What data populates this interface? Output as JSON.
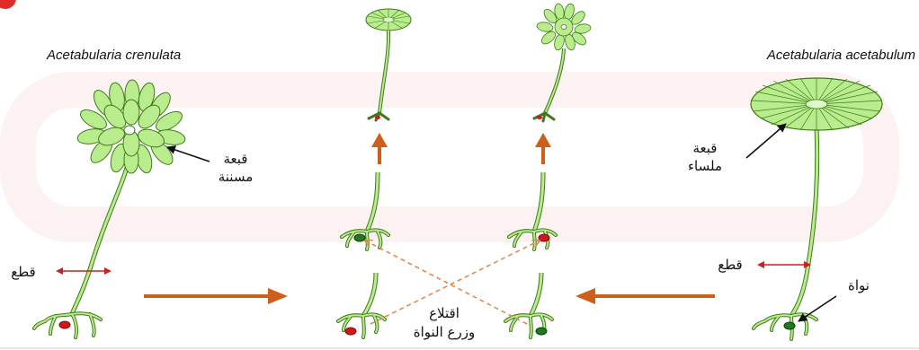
{
  "species": {
    "left": "Acetabularia crenulata",
    "right": "Acetabularia acetabulum"
  },
  "labels": {
    "toothed_cap_line1": "قبعة",
    "toothed_cap_line2": "مسننة",
    "smooth_cap_line1": "قبعة",
    "smooth_cap_line2": "ملساء",
    "cut_left": "قطع",
    "cut_right": "قطع",
    "nucleus": "نواة",
    "exchange_line1": "اقتلاع",
    "exchange_line2": "وزرع النواة"
  },
  "colors": {
    "plant_fill": "#b9ec8c",
    "plant_stroke": "#3f7a1a",
    "arrow_orange": "#cc5f1b",
    "cut_red": "#cc1f1f",
    "nucleus_red": "#d4161b",
    "nucleus_green": "#1e7a1c",
    "exchange_dash": "#e3874a",
    "logo_red": "#e12b2b"
  },
  "icons": {
    "corner_logo": "red-badge-icon"
  }
}
